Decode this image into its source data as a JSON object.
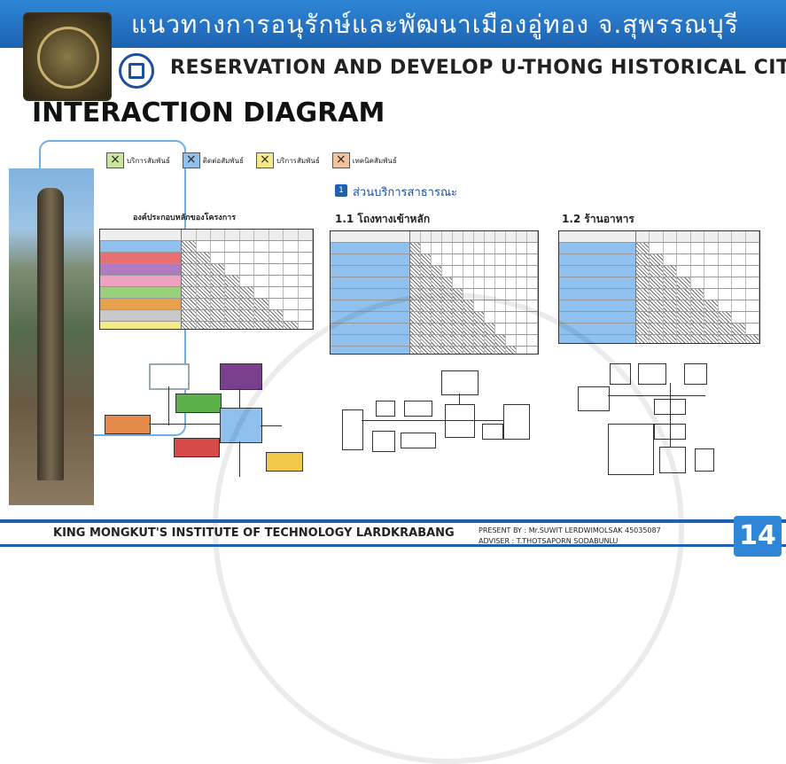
{
  "header": {
    "title": "แนวทางการอนุรักษ์และพัฒนาเมืองอู่ทอง จ.สุพรรณบุรี",
    "subtitle": "RESERVATION AND DEVELOP U-THONG HISTORICAL CITY"
  },
  "diagram_title": "INTERACTION DIAGRAM",
  "legend": [
    {
      "label": "บริการสัมพันธ์",
      "color": "#c9e6a0",
      "icon": "x-mark-icon"
    },
    {
      "label": "ติดต่อสัมพันธ์",
      "color": "#8fc0ee",
      "icon": "x-mark-icon"
    },
    {
      "label": "บริการสัมพันธ์",
      "color": "#f6e98a",
      "icon": "x-mark-icon"
    },
    {
      "label": "เทคนิคสัมพันธ์",
      "color": "#f3c3a0",
      "icon": "x-mark-icon"
    }
  ],
  "section1": {
    "badge": "1",
    "heading": "ส่วนบริการสาธารณะ",
    "sub1": "1.1 โถงทางเข้าหลัก",
    "sub2": "1.2 ร้านอาหาร"
  },
  "left_matrix_title": "องค์ประกอบหลักของโครงการ",
  "footer": {
    "institute": "KING MONGKUT'S INSTITUTE OF TECHNOLOGY LARDKRABANG",
    "present": "PRESENT BY : Mr.SUWIT LERDWIMOLSAK 45035087",
    "adviser": "ADVISER : T.THOTSAPORN SODABUNLU",
    "page": "14"
  },
  "colors": {
    "header_blue": "#2f86d6",
    "accent_blue": "#1d62b2"
  }
}
